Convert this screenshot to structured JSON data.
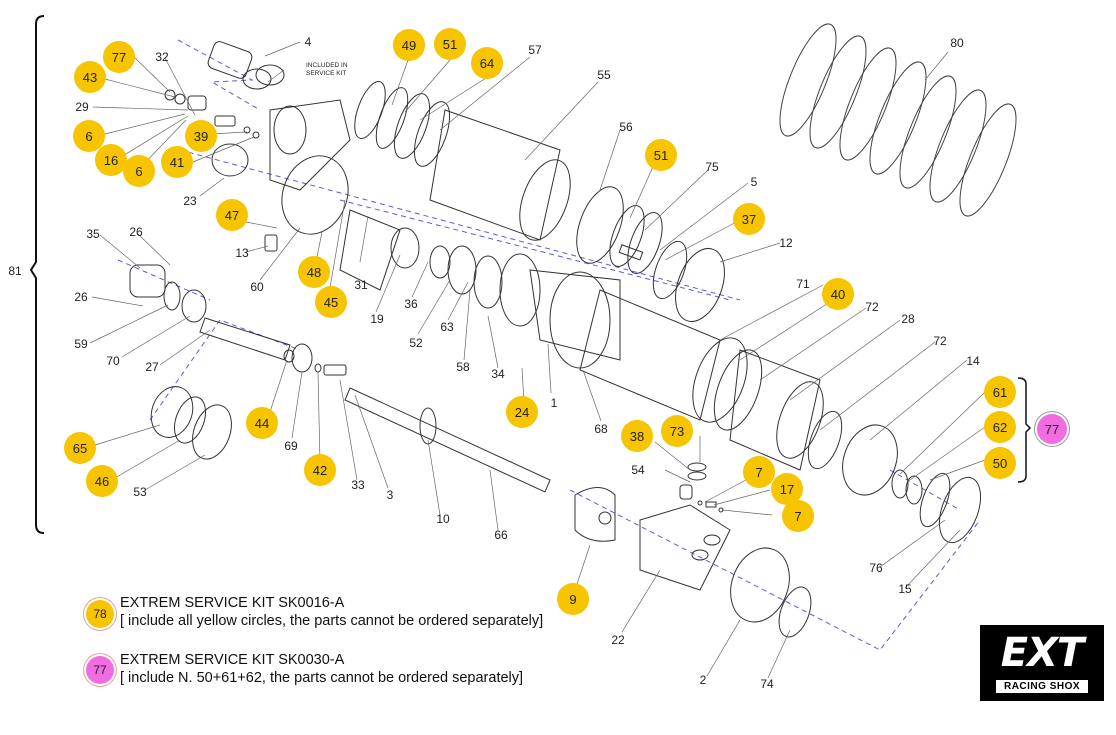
{
  "diagram_title": "EXT Racing Shox exploded parts diagram",
  "assembly_bracket_label": "81",
  "service_kit_bracket_label": "77",
  "included_in_service_kit_note": "INCLUDED IN SERVICE KIT",
  "part_labels": [
    "4",
    "32",
    "29",
    "57",
    "55",
    "80",
    "56",
    "75",
    "5",
    "12",
    "23",
    "13",
    "60",
    "31",
    "19",
    "36",
    "52",
    "63",
    "58",
    "34",
    "1",
    "68",
    "71",
    "72",
    "28",
    "72",
    "14",
    "35",
    "26",
    "26",
    "59",
    "70",
    "27",
    "69",
    "33",
    "3",
    "10",
    "66",
    "53",
    "54",
    "22",
    "2",
    "74",
    "76",
    "15"
  ],
  "yellow_circle_parts": [
    "77",
    "43",
    "6",
    "16",
    "6",
    "39",
    "41",
    "49",
    "51",
    "64",
    "51",
    "37",
    "47",
    "48",
    "45",
    "40",
    "24",
    "44",
    "42",
    "65",
    "46",
    "38",
    "73",
    "7",
    "17",
    "7",
    "9",
    "61",
    "62",
    "50"
  ],
  "legend": {
    "kits": [
      {
        "badge": "78",
        "badge_color": "#f7c400",
        "title": "EXTREM SERVICE KIT SK0016-A",
        "description": "[ include all yellow circles, the parts cannot be ordered separately]"
      },
      {
        "badge": "77",
        "badge_color": "#f06ce0",
        "title": "EXTREM SERVICE KIT SK0030-A",
        "description": "[ include N. 50+61+62, the parts cannot be ordered separately]"
      }
    ]
  },
  "logo": {
    "main": "EXT",
    "sub": "RACING SHOX"
  },
  "colors": {
    "yellow_circle": "#f7c400",
    "pink_circle": "#f06ce0",
    "axis_line": "#5b5bdb"
  }
}
